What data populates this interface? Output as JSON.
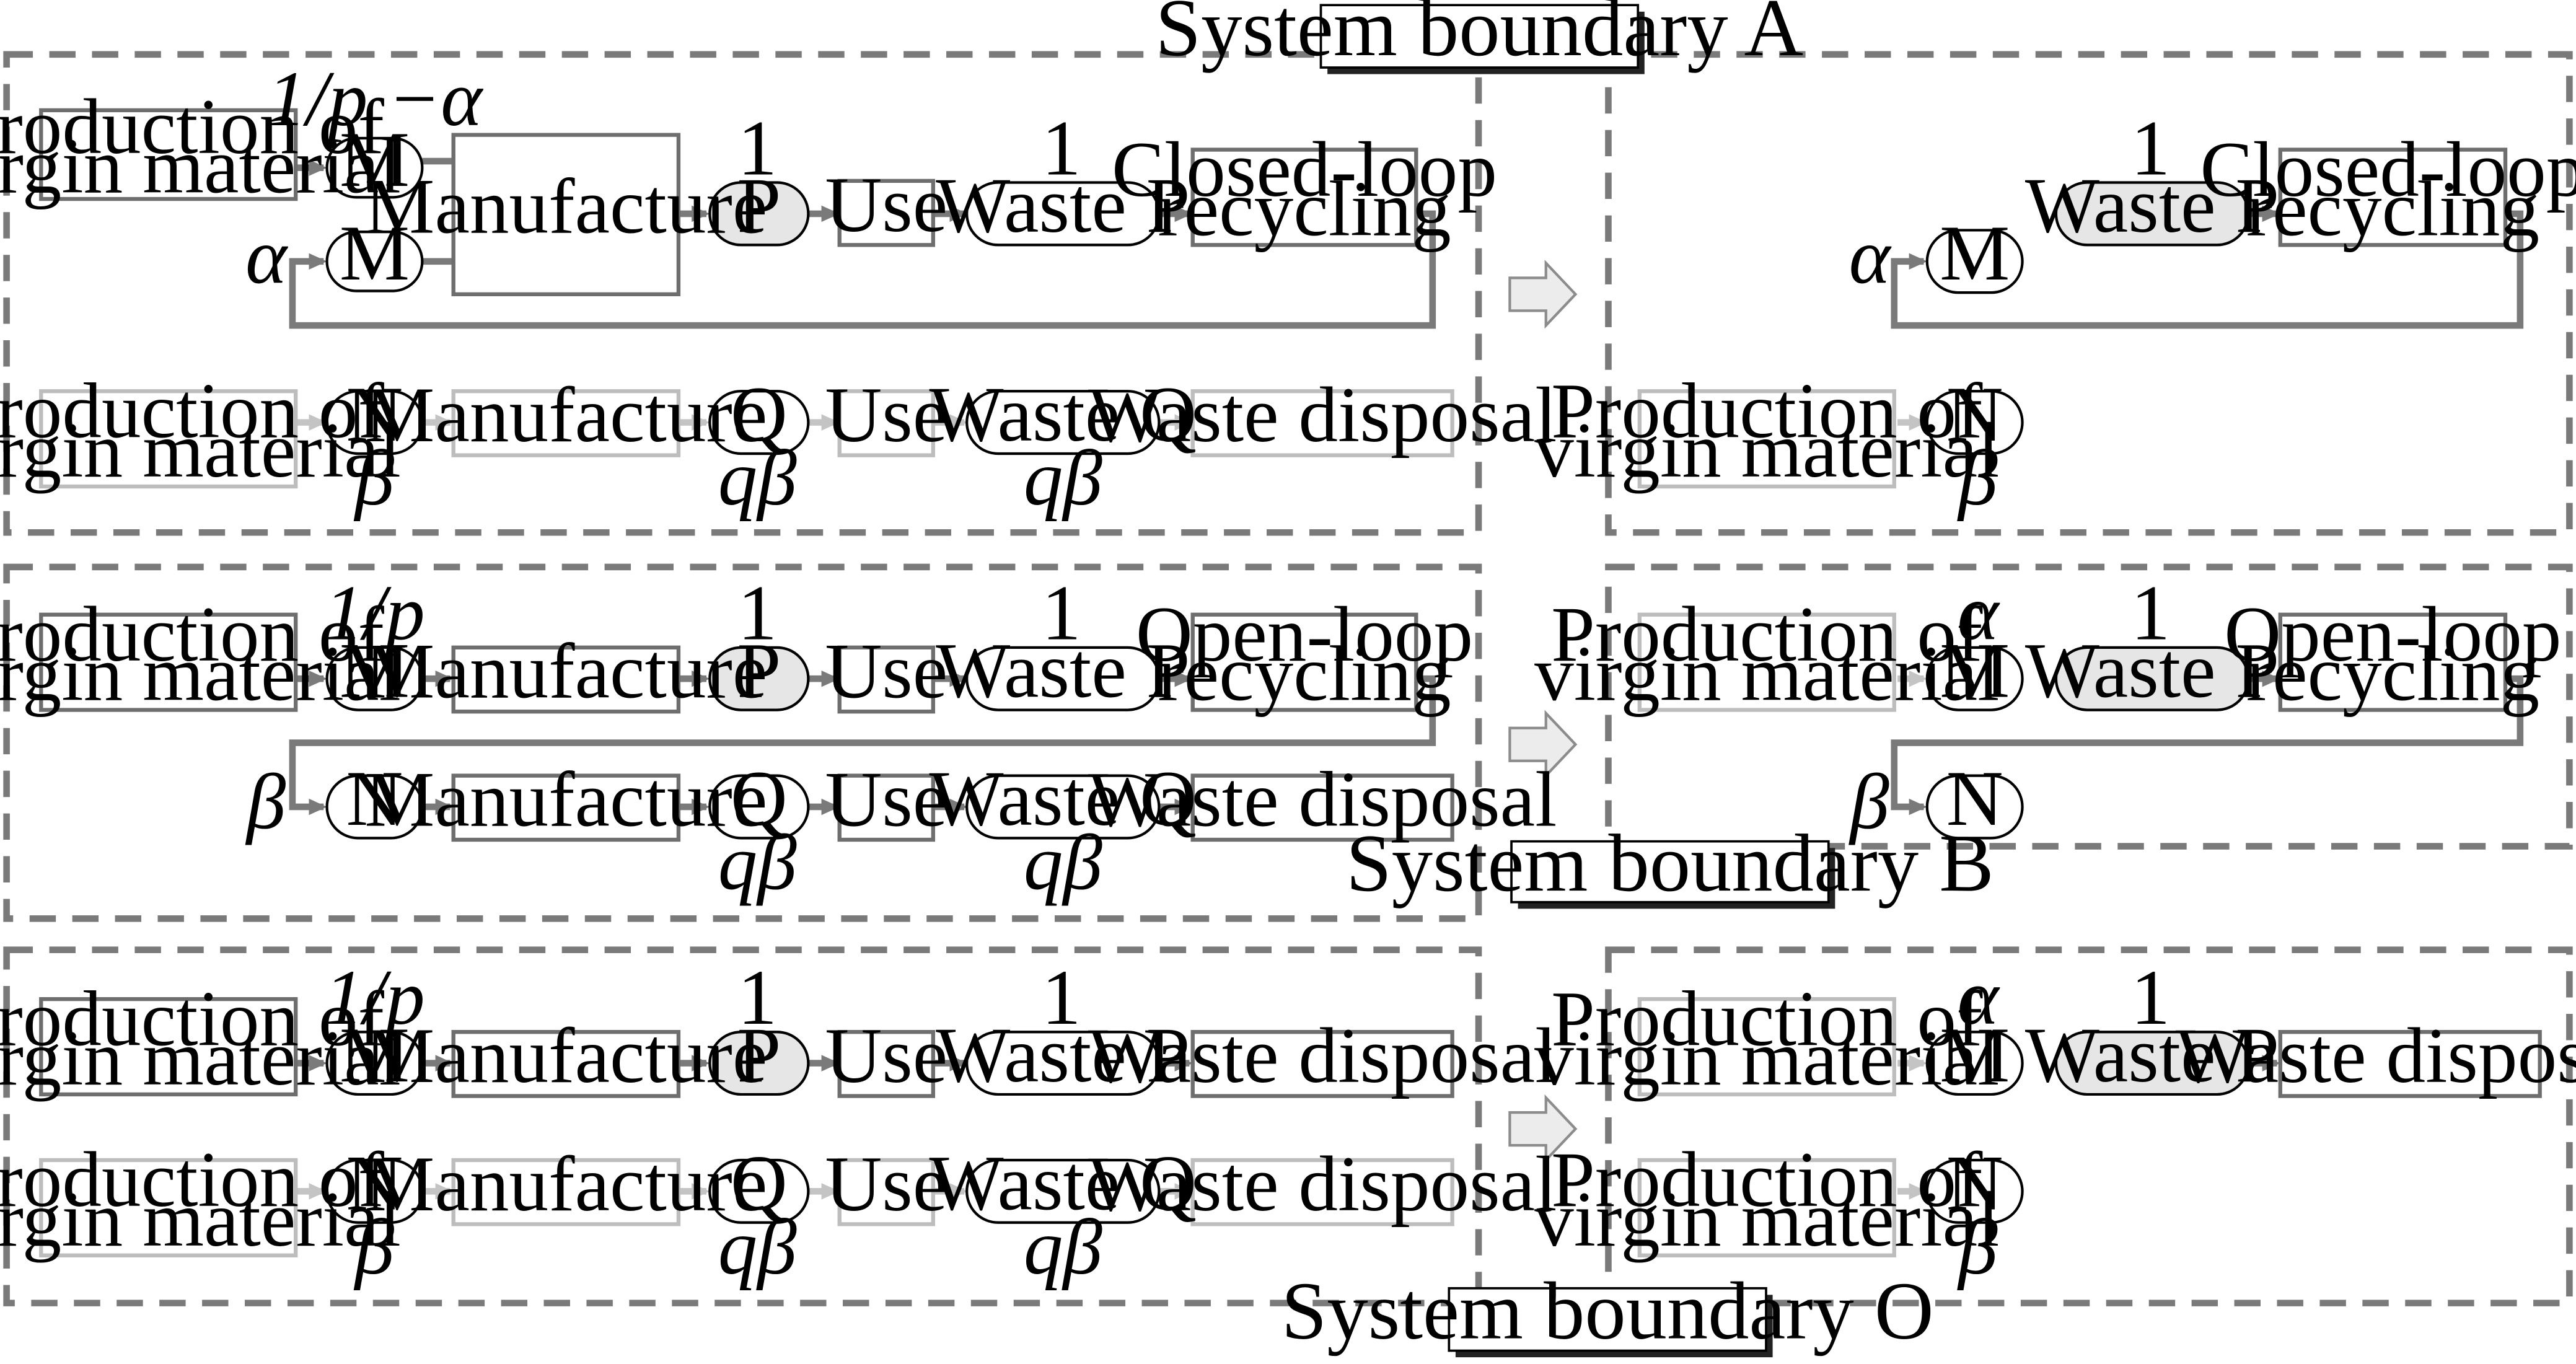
{
  "colors": {
    "dark_flow": "#7a7a7a",
    "light_flow": "#c4c4c4",
    "dark_stroke": "#6e6e6e",
    "light_stroke": "#bdbdbd",
    "oval_stroke": "#000000",
    "shade_fill": "#e6e6e6",
    "big_arrow_fill": "#ececec"
  },
  "boundaries": {
    "a": "System boundary A",
    "b": "System boundary B",
    "o": "System boundary O"
  },
  "labels": {
    "prod": [
      "Production of",
      "virgin material"
    ],
    "manufacture": "Manufacture",
    "use": "Use",
    "waste_p": "Waste P",
    "waste_q": "Waste Q",
    "waste_disposal": "Waste disposal",
    "closed_loop": [
      "Closed-loop",
      "recycling"
    ],
    "open_loop": [
      "Open-loop",
      "recycling"
    ],
    "m": "M",
    "n": "N",
    "p": "P",
    "q": "Q"
  },
  "quantities": {
    "one_over_p_minus_alpha": "1/p −α",
    "one_over_p": "1/p",
    "alpha": "α",
    "beta": "β",
    "q_beta": "qβ",
    "one": "1"
  }
}
